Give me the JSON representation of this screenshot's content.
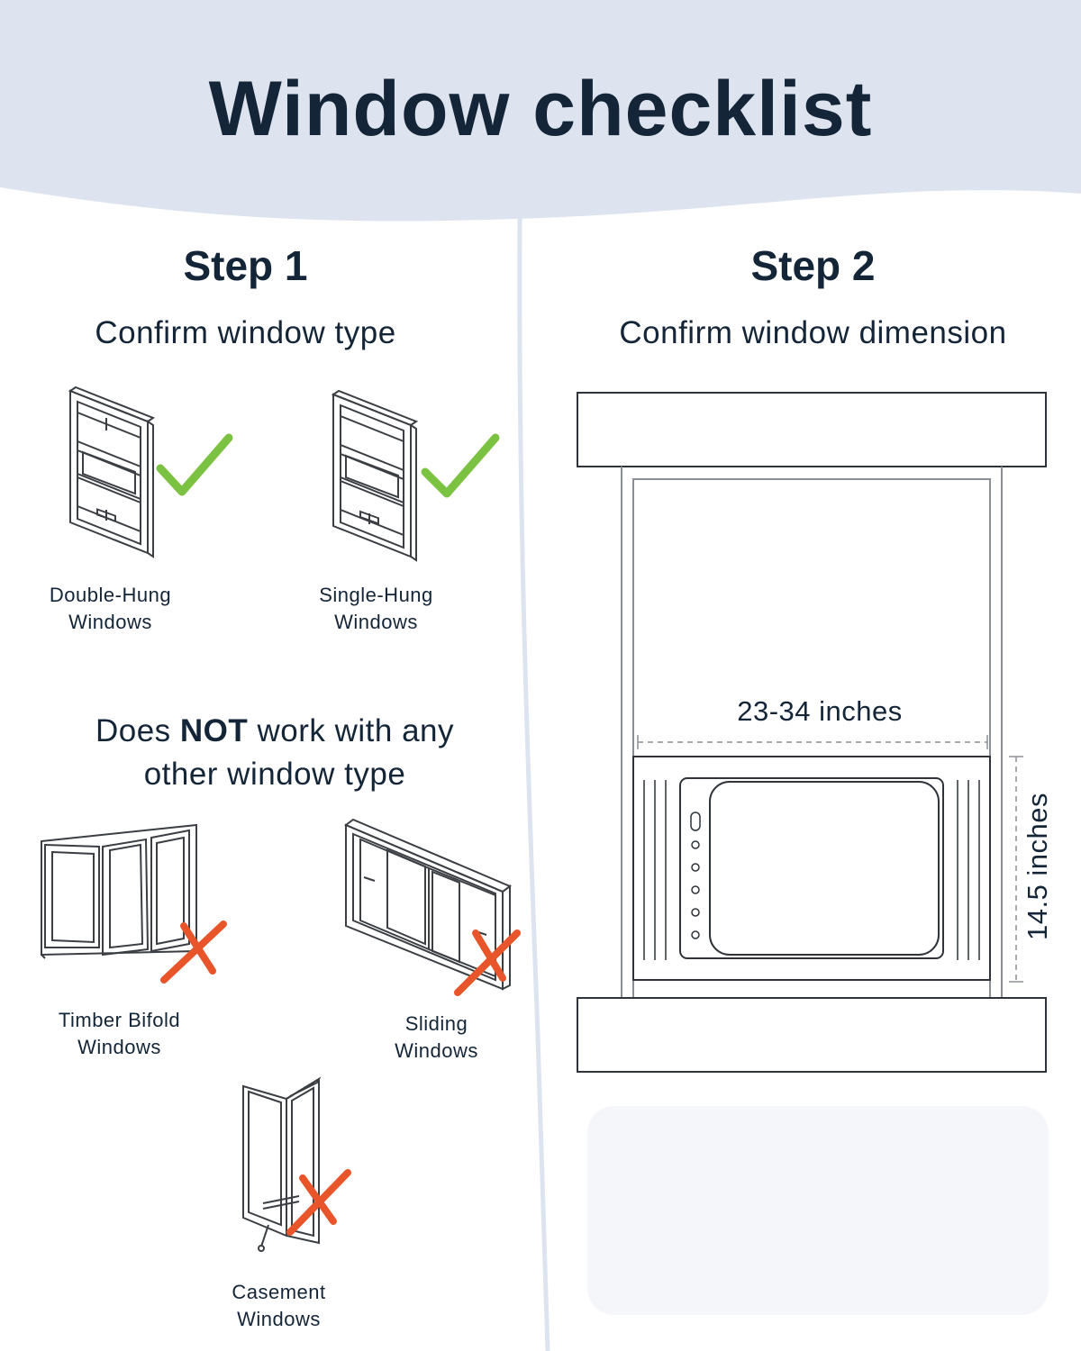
{
  "header": {
    "title": "Window checklist",
    "background_color": "#dde3ef",
    "text_color": "#142538"
  },
  "step1": {
    "heading": "Step 1",
    "subtitle": "Confirm window type",
    "compatible": [
      {
        "label_line1": "Double-Hung",
        "label_line2": "Windows",
        "icon": "double-hung-window-icon",
        "status": "check"
      },
      {
        "label_line1": "Single-Hung",
        "label_line2": "Windows",
        "icon": "single-hung-window-icon",
        "status": "check"
      }
    ],
    "not_work": {
      "prefix": "Does ",
      "emphasis": "NOT",
      "suffix": " work with any",
      "line2": "other window type"
    },
    "incompatible": [
      {
        "label_line1": "Timber Bifold",
        "label_line2": "Windows",
        "icon": "bifold-window-icon",
        "status": "cross"
      },
      {
        "label_line1": "Sliding",
        "label_line2": "Windows",
        "icon": "sliding-window-icon",
        "status": "cross"
      },
      {
        "label_line1": "Casement",
        "label_line2": "Windows",
        "icon": "casement-window-icon",
        "status": "cross"
      }
    ],
    "check_color": "#7cc242",
    "cross_color": "#e8552b"
  },
  "step2": {
    "heading": "Step 2",
    "subtitle": "Confirm window dimension",
    "width_label": "23-34 inches",
    "height_label": "14.5 inches"
  }
}
